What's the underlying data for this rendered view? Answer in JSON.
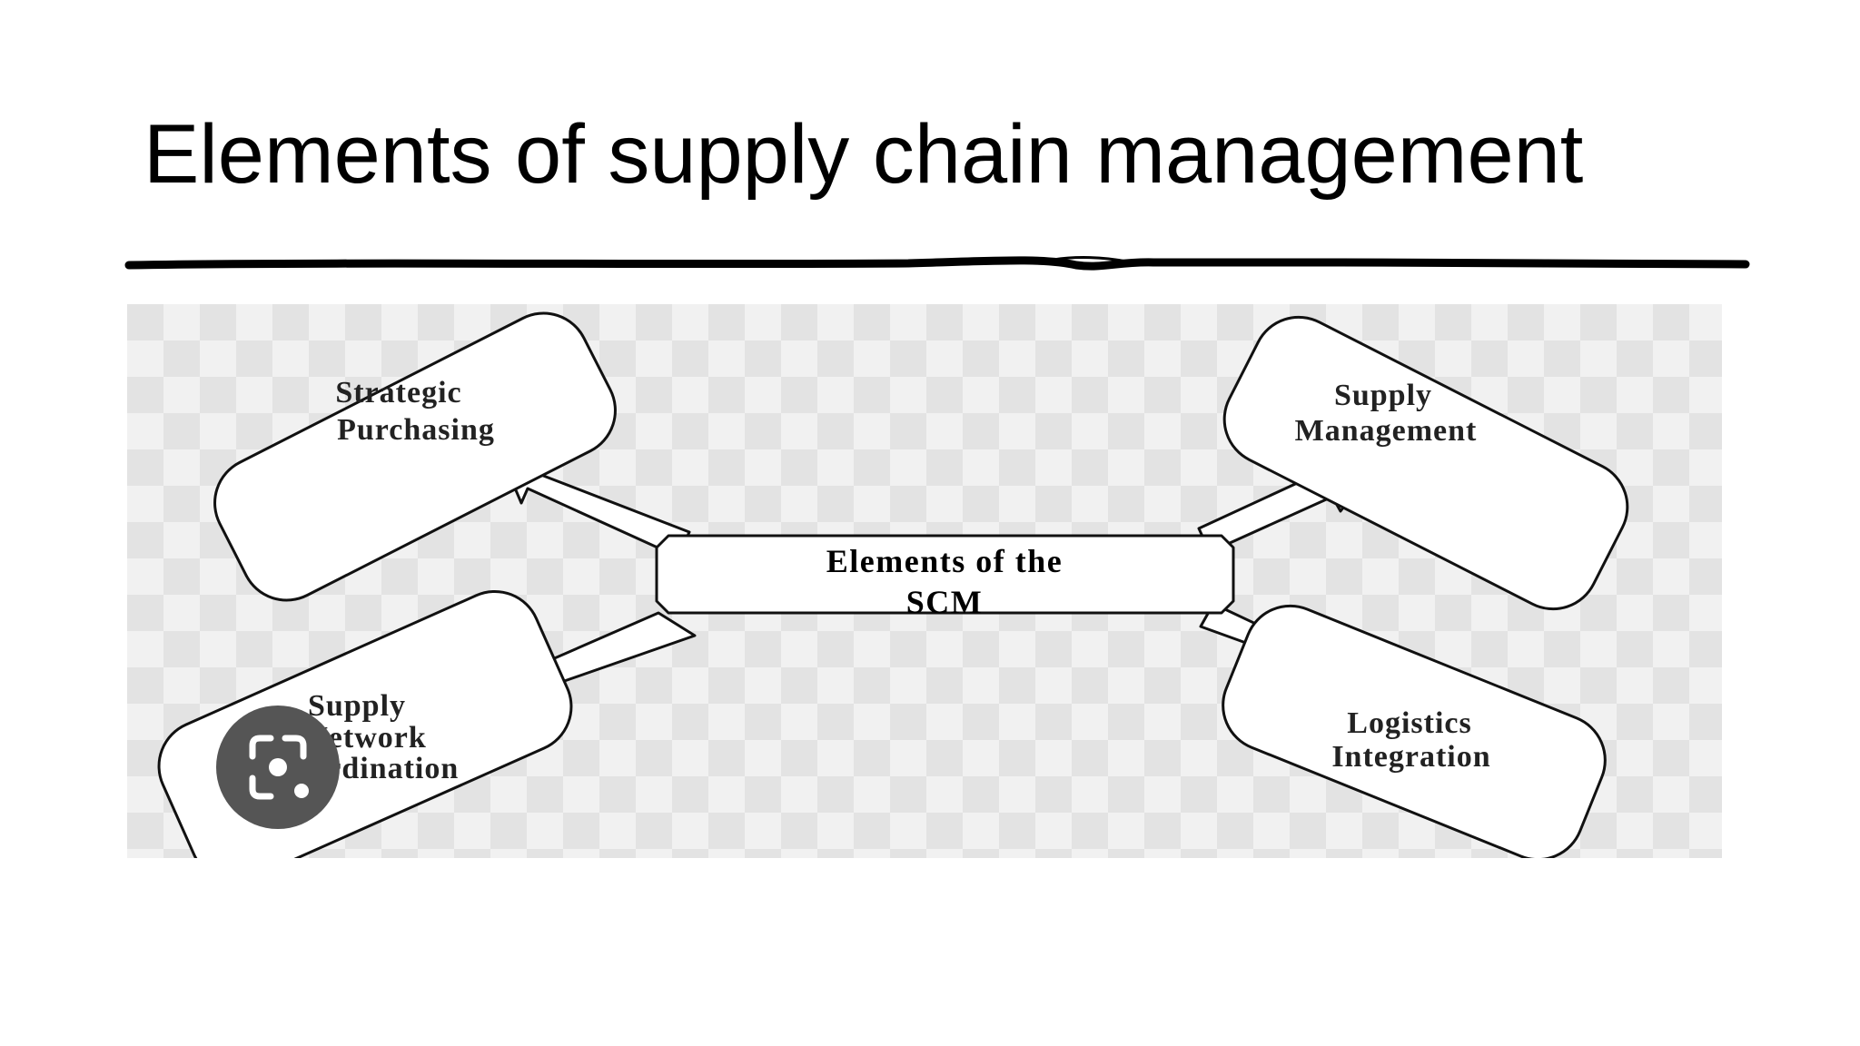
{
  "slide": {
    "title": "Elements of supply chain management"
  },
  "diagram": {
    "center": {
      "line1": "Elements of the",
      "line2": "SCM"
    },
    "nodes": {
      "strategic_purchasing": {
        "line1": "Strategic",
        "line2": "Purchasing"
      },
      "supply_management": {
        "line1": "Supply",
        "line2": "Management"
      },
      "supply_network_coordination": {
        "line1": "Supply",
        "line2": "Network",
        "line3": "Coordination"
      },
      "logistics_integration": {
        "line1": "Logistics",
        "line2": "Integration"
      }
    }
  },
  "overlay": {
    "icon": "lens-scan-icon"
  },
  "colors": {
    "title_text": "#000000",
    "rule": "#000000",
    "checker_light": "#f1f1f1",
    "checker_dark": "#e3e3e3",
    "shape_stroke": "#111111",
    "overlay_badge": "#555555"
  }
}
